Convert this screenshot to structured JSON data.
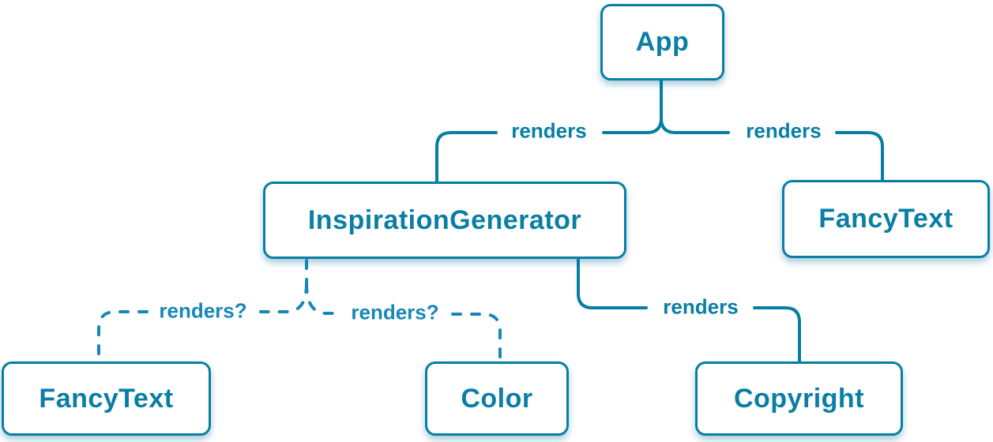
{
  "diagram": {
    "description": "React component render tree",
    "colors": {
      "background": "#ffffff",
      "solid": "#087ea4",
      "dashed": "#1688b8",
      "node_bg": "#ffffff",
      "node_border": "#087ea4",
      "node_text": "#0a7ea4"
    },
    "nodes": [
      {
        "id": "app",
        "label": "App"
      },
      {
        "id": "inspiration-generator",
        "label": "InspirationGenerator"
      },
      {
        "id": "fancy-text-top",
        "label": "FancyText"
      },
      {
        "id": "fancy-text-bottom",
        "label": "FancyText"
      },
      {
        "id": "color",
        "label": "Color"
      },
      {
        "id": "copyright",
        "label": "Copyright"
      }
    ],
    "edges": [
      {
        "from": "App",
        "to": "InspirationGenerator",
        "label": "renders",
        "style": "solid"
      },
      {
        "from": "App",
        "to": "FancyText",
        "label": "renders",
        "style": "solid"
      },
      {
        "from": "InspirationGenerator",
        "to": "FancyText",
        "label": "renders?",
        "style": "dashed"
      },
      {
        "from": "InspirationGenerator",
        "to": "Color",
        "label": "renders?",
        "style": "dashed"
      },
      {
        "from": "InspirationGenerator",
        "to": "Copyright",
        "label": "renders",
        "style": "solid"
      }
    ]
  }
}
